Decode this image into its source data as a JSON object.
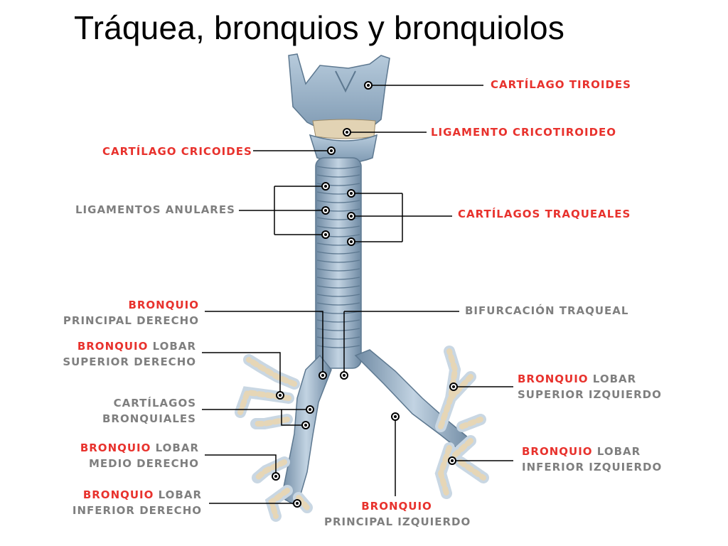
{
  "title": "Tráquea, bronquios y bronquiolos",
  "colors": {
    "label_red": "#e8322d",
    "label_grey": "#7f7f7f",
    "cartilage_blue": "#9fb4c8",
    "bronchus_beige": "#e3d3b3"
  },
  "labels": {
    "cartilago_tiroides": "CARTÍLAGO TIROIDES",
    "ligamento_cricotiroideo": "LIGAMENTO CRICOTIROIDEO",
    "cartilago_cricoides": "CARTÍLAGO CRICOIDES",
    "ligamentos_anulares": "LIGAMENTOS ANULARES",
    "cartilagos_traqueales": "CARTÍLAGOS TRAQUEALES",
    "bronquio_principal_derecho": {
      "line1": "BRONQUIO",
      "line2": "PRINCIPAL DERECHO"
    },
    "bifurcacion_traqueal": "BIFURCACIÓN TRAQUEAL",
    "bronquio_lobar_superior_derecho": {
      "red": "BRONQUIO",
      "grey": "LOBAR",
      "line2": "SUPERIOR DERECHO"
    },
    "cartilagos_bronquiales": {
      "line1": "CARTÍLAGOS",
      "line2": "BRONQUIALES"
    },
    "bronquio_lobar_superior_izquierdo": {
      "red": "BRONQUIO",
      "grey": "LOBAR",
      "line2": "SUPERIOR IZQUIERDO"
    },
    "bronquio_lobar_medio_derecho": {
      "red": "BRONQUIO",
      "grey": "LOBAR",
      "line2": "MEDIO DERECHO"
    },
    "bronquio_lobar_inferior_izquierdo": {
      "red": "BRONQUIO",
      "grey": "LOBAR",
      "line2": "INFERIOR IZQUIERDO"
    },
    "bronquio_lobar_inferior_derecho": {
      "red": "BRONQUIO",
      "grey": "LOBAR",
      "line2": "INFERIOR DERECHO"
    },
    "bronquio_principal_izquierdo": {
      "line1": "BRONQUIO",
      "line2": "PRINCIPAL IZQUIERDO"
    }
  }
}
